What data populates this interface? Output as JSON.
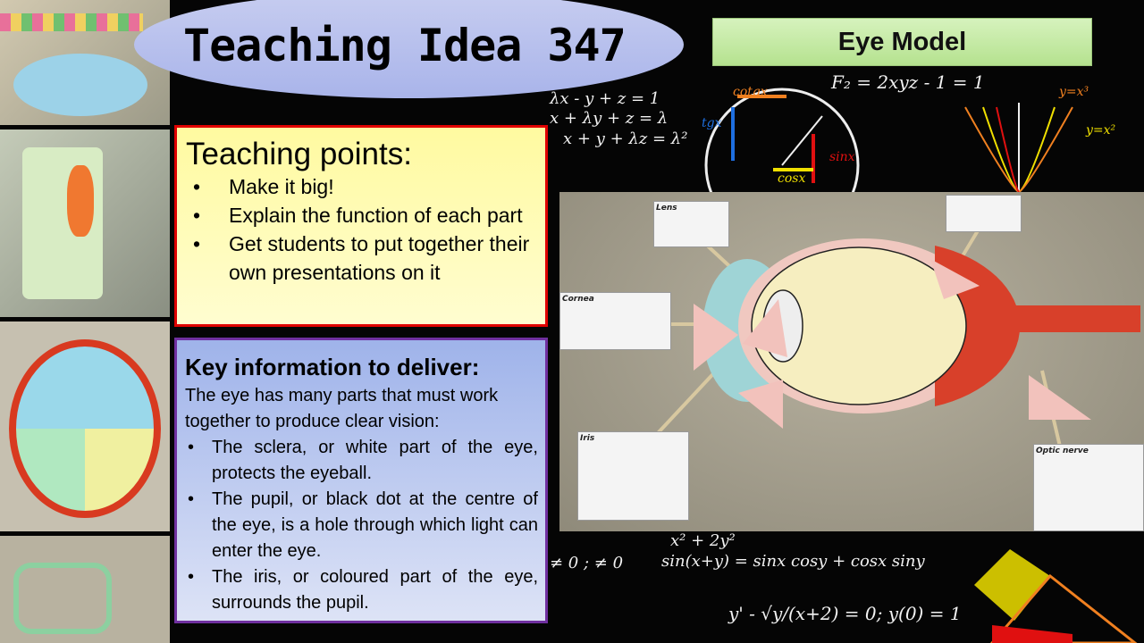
{
  "slide": {
    "title": "Teaching Idea 347",
    "subtitle_box": "Eye Model"
  },
  "teaching_points": {
    "heading": "Teaching points:",
    "items": [
      "Make it big!",
      "Explain the function of each part",
      "Get students to put together their own presentations on it"
    ]
  },
  "key_information": {
    "heading": "Key information to deliver:",
    "intro": "The eye has many parts that must work together to produce clear vision:",
    "items": [
      "The sclera, or white part of the eye, protects the eyeball.",
      "The pupil, or black dot at the centre of the eye, is a hole through which light can enter the eye.",
      "The iris, or coloured part of the eye, surrounds the pupil."
    ]
  },
  "photo": {
    "card_labels": [
      "Lens",
      "Cornea",
      "Iris",
      "Optic nerve"
    ]
  },
  "background_formulas": [
    "F₂ = 2xyz - 1 = 1",
    "λx - y + z = 1",
    "x + λy + z = λ",
    "x + y + λz = λ²",
    "sin(x+y) = sinx cosy + cosx siny",
    "y' - √y/(x+2) = 0; y(0) = 1",
    "x² + 2y²",
    "≠ 0 ; ≠ 0",
    "cotgx",
    "tgx",
    "sinx",
    "cosx",
    "y=x³",
    "y=x²"
  ],
  "colors": {
    "title_bg": "#b3bcec",
    "teaching_border": "#e00000",
    "teaching_bg": "#fffbb0",
    "key_border": "#7030a0",
    "key_bg": "#b4c4ee",
    "eye_model_bg": "#c6ea a6"
  }
}
